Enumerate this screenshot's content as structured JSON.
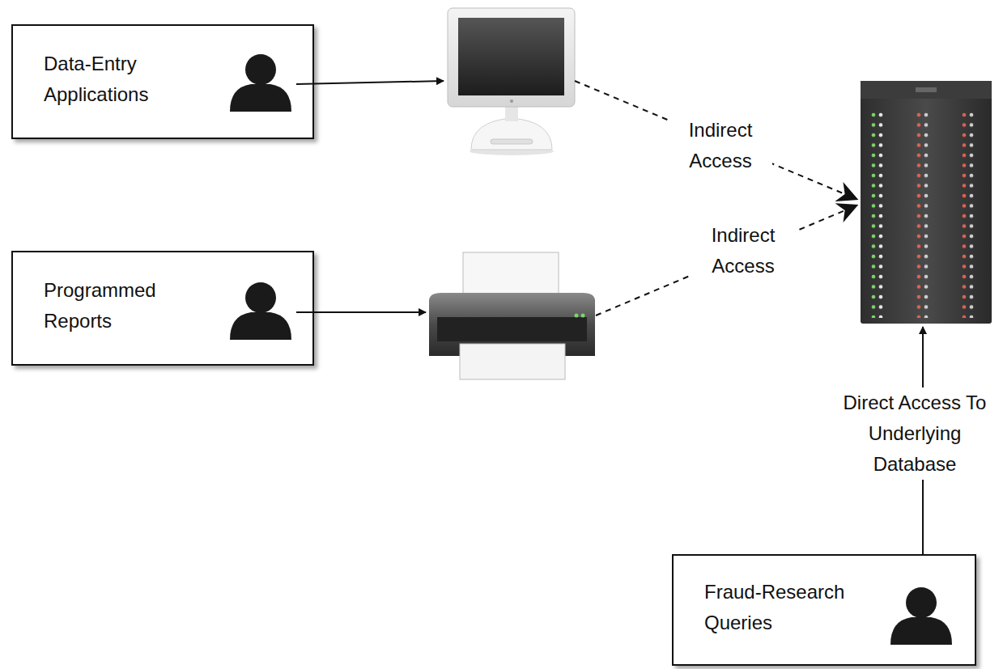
{
  "diagram": {
    "nodes": [
      {
        "text": [
          "Data-Entry Applications"
        ]
      },
      {
        "text": [
          "Programmed Reports"
        ]
      },
      {
        "text": [
          "Fraud-Research Queries"
        ]
      }
    ],
    "labels": [
      "Indirect Access",
      "Indirect Access",
      "Direct Access To Underlying Database"
    ]
  }
}
